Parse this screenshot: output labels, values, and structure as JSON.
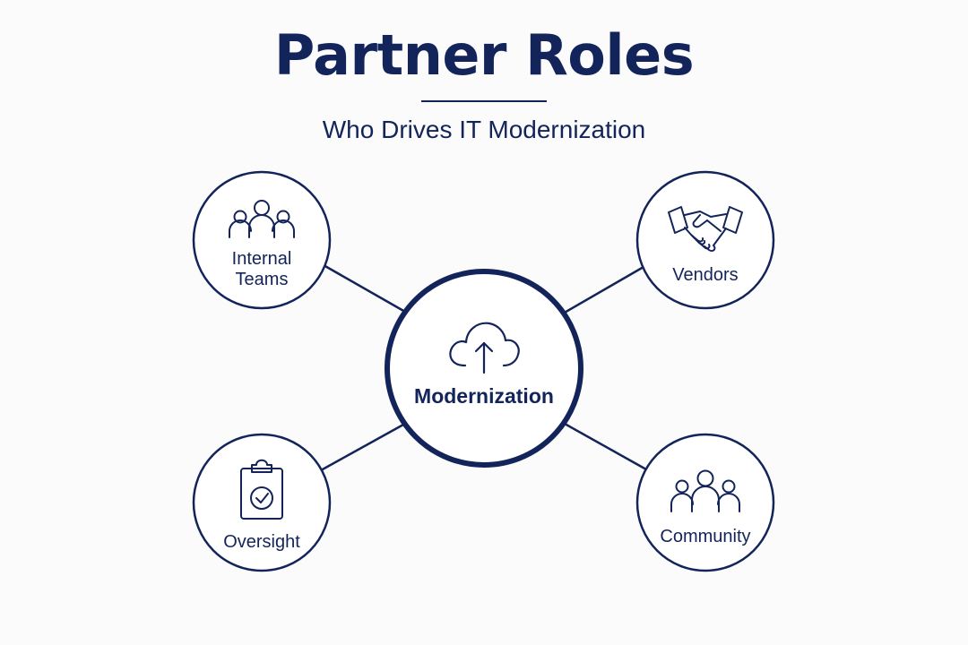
{
  "header": {
    "title": "Partner Roles",
    "subtitle": "Who Drives IT Modernization"
  },
  "center": {
    "label": "Modernization",
    "icon": "cloud-upload-icon"
  },
  "nodes": [
    {
      "id": "internal-teams",
      "label_line1": "Internal",
      "label_line2": "Teams",
      "icon": "team-icon"
    },
    {
      "id": "vendors",
      "label_line1": "Vendors",
      "icon": "handshake-icon"
    },
    {
      "id": "oversight",
      "label_line1": "Oversight",
      "icon": "clipboard-check-icon"
    },
    {
      "id": "community",
      "label_line1": "Community",
      "icon": "community-icon"
    }
  ],
  "colors": {
    "primary": "#13245a",
    "background": "#fbfbfc",
    "node_fill": "#ffffff"
  }
}
